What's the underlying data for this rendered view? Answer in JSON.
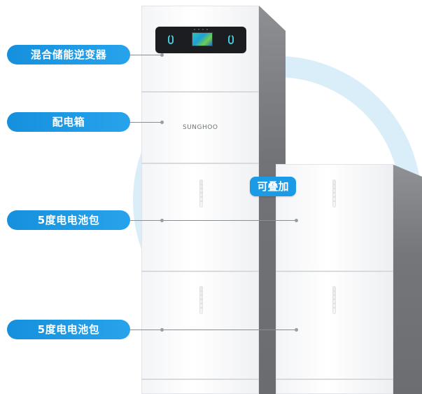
{
  "labels": {
    "inverter": "混合储能逆变器",
    "distribution_box": "配电箱",
    "battery_pack_upper": "5度电电池包",
    "battery_pack_lower": "5度电电池包",
    "stackable": "可叠加"
  },
  "brand": {
    "logo_text": "SUNGHOO"
  },
  "colors": {
    "accent_blue": "#1b9ae6",
    "ring_light_blue": "#d9eef9",
    "side_gray": "#717377",
    "indicator_teal": "#45c7d6"
  }
}
